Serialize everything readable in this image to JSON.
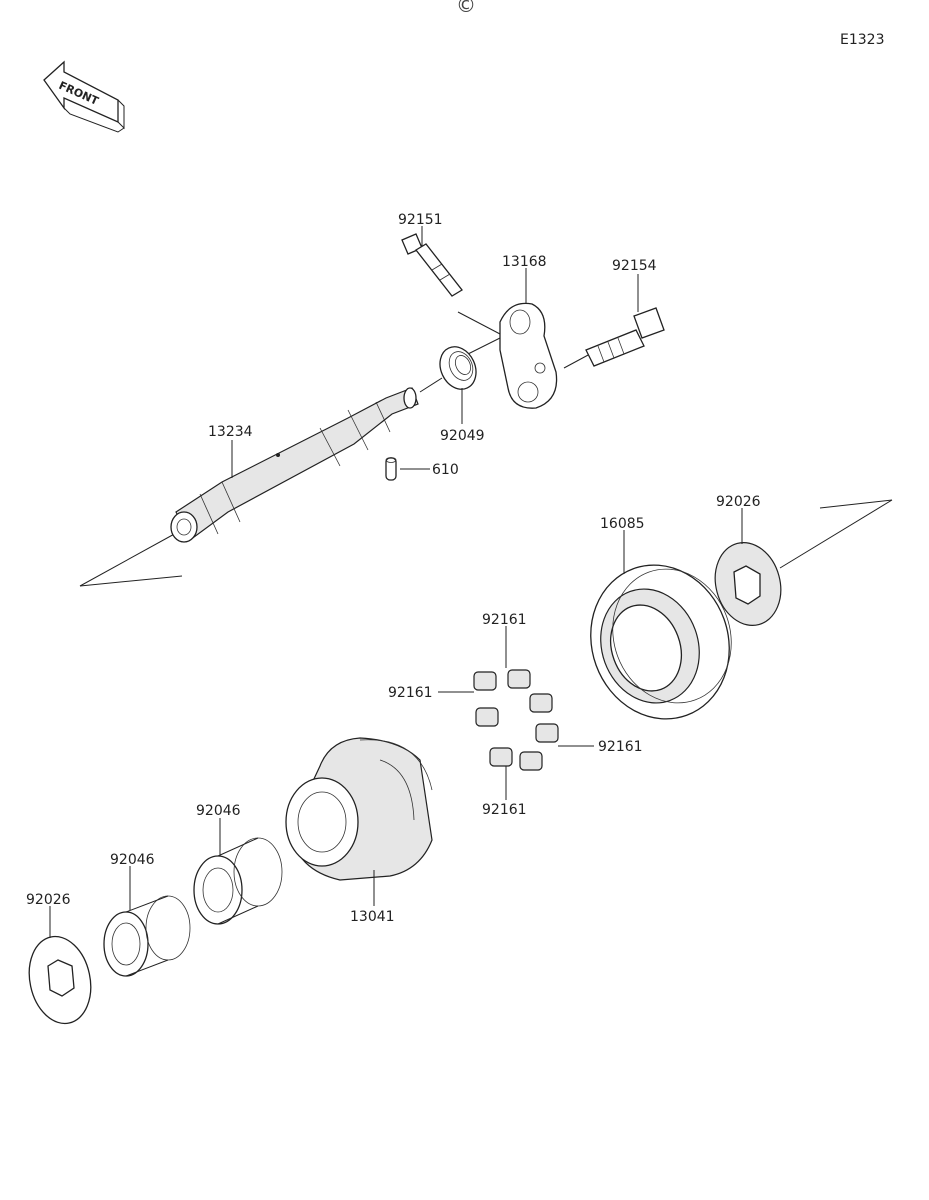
{
  "header": {
    "watermark": "©",
    "code": "E1323",
    "front_arrow_text": "FRONT"
  },
  "callouts": [
    {
      "id": "bolt-92151",
      "text": "92151"
    },
    {
      "id": "arm-13168",
      "text": "13168"
    },
    {
      "id": "bolt-92154",
      "text": "92154"
    },
    {
      "id": "oilseal-92049",
      "text": "92049"
    },
    {
      "id": "shaft-13234",
      "text": "13234"
    },
    {
      "id": "pin-610",
      "text": "610"
    },
    {
      "id": "gear-16085",
      "text": "16085"
    },
    {
      "id": "washer-92026-right",
      "text": "92026"
    },
    {
      "id": "roller-92161-top",
      "text": "92161"
    },
    {
      "id": "roller-92161-left",
      "text": "92161"
    },
    {
      "id": "roller-92161-right",
      "text": "92161"
    },
    {
      "id": "roller-92161-bottom",
      "text": "92161"
    },
    {
      "id": "bearing-92046-right",
      "text": "92046"
    },
    {
      "id": "bearing-92046-left",
      "text": "92046"
    },
    {
      "id": "hub-13041",
      "text": "13041"
    },
    {
      "id": "washer-92026-left",
      "text": "92026"
    }
  ],
  "colors": {
    "line": "#222222",
    "background": "#ffffff"
  }
}
